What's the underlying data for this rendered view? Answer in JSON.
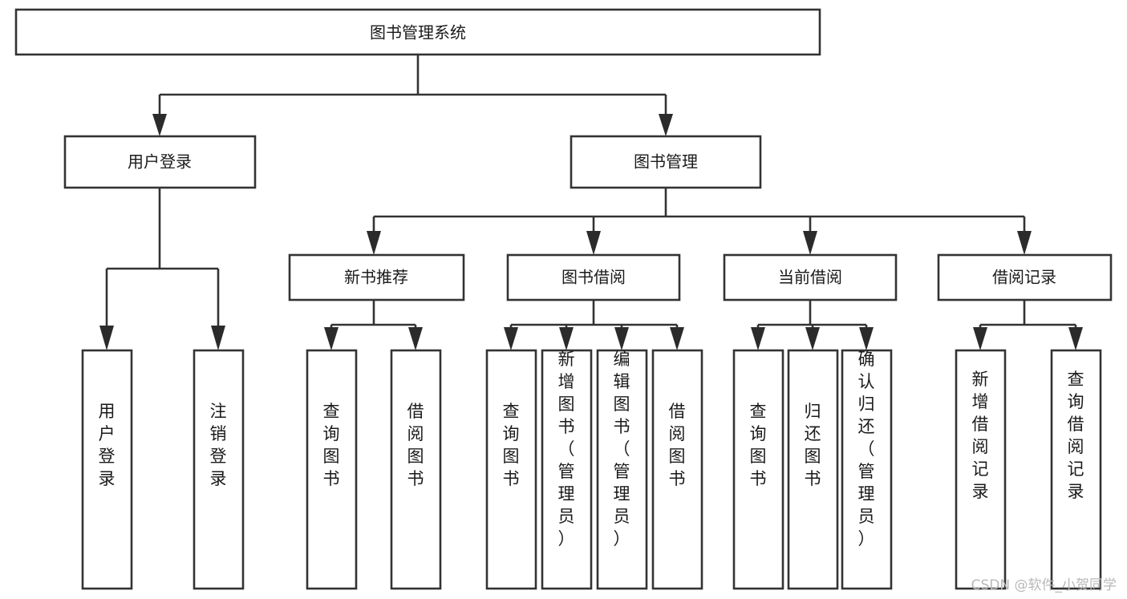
{
  "diagram": {
    "title": "图书管理系统",
    "type": "tree-hierarchy-chart",
    "background_color": "#ffffff",
    "line_color": "#333333",
    "text_color": "#1a1a1a",
    "root": {
      "id": "root",
      "label": "图书管理系统"
    },
    "level2": [
      {
        "id": "user-login",
        "label": "用户登录"
      },
      {
        "id": "book-management",
        "label": "图书管理"
      }
    ],
    "level3": [
      {
        "id": "new-book-recommend",
        "label": "新书推荐",
        "parent": "book-management"
      },
      {
        "id": "book-borrow",
        "label": "图书借阅",
        "parent": "book-management"
      },
      {
        "id": "current-borrow",
        "label": "当前借阅",
        "parent": "book-management"
      },
      {
        "id": "borrow-record",
        "label": "借阅记录",
        "parent": "book-management"
      }
    ],
    "leaves": {
      "user-login": [
        {
          "id": "leaf-user-login",
          "label": "用户登录"
        },
        {
          "id": "leaf-user-logout",
          "label": "注销登录"
        }
      ],
      "new-book-recommend": [
        {
          "id": "leaf-query-book-1",
          "label": "查询图书"
        },
        {
          "id": "leaf-borrow-book-1",
          "label": "借阅图书"
        }
      ],
      "book-borrow": [
        {
          "id": "leaf-query-book-2",
          "label": "查询图书"
        },
        {
          "id": "leaf-add-book",
          "label": "新增图书（管理员）"
        },
        {
          "id": "leaf-edit-book",
          "label": "编辑图书（管理员）"
        },
        {
          "id": "leaf-borrow-book-2",
          "label": "借阅图书"
        }
      ],
      "current-borrow": [
        {
          "id": "leaf-query-book-3",
          "label": "查询图书"
        },
        {
          "id": "leaf-return-book",
          "label": "归还图书"
        },
        {
          "id": "leaf-confirm-return",
          "label": "确认归还（管理员）"
        }
      ],
      "borrow-record": [
        {
          "id": "leaf-add-borrow-record",
          "label": "新增借阅记录"
        },
        {
          "id": "leaf-query-borrow-record",
          "label": "查询借阅记录"
        }
      ]
    }
  },
  "watermark": {
    "text": "CSDN @软件_小贺同学"
  }
}
